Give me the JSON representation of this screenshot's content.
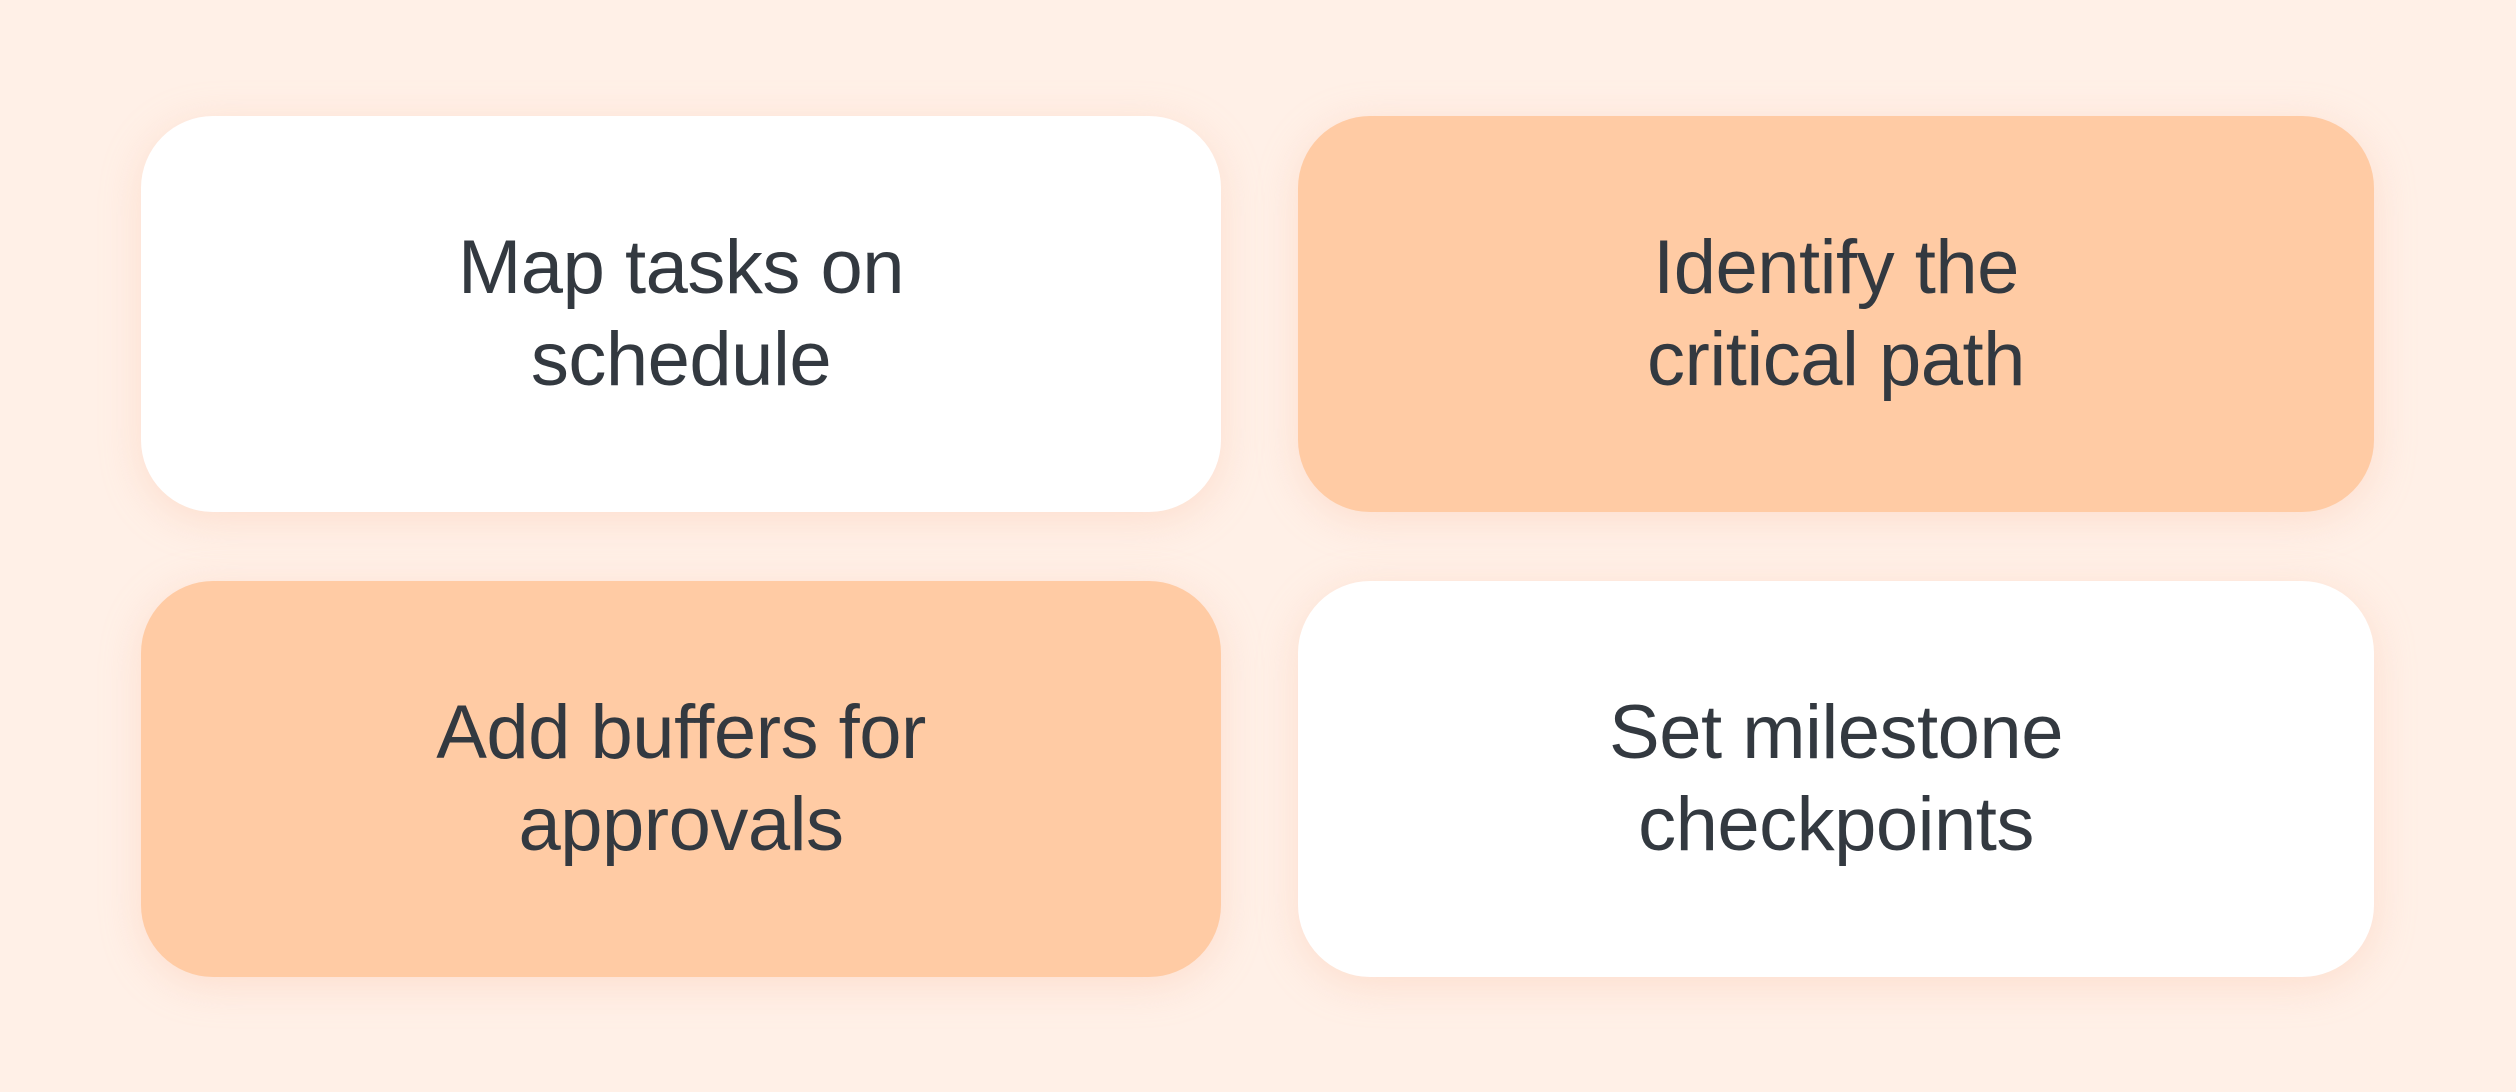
{
  "colors": {
    "background": "#FFF0E7",
    "card_light": "#FFFFFF",
    "card_accent": "#FFCBA4",
    "text": "#333940"
  },
  "cards": [
    {
      "text": "Map tasks on schedule",
      "style": "light"
    },
    {
      "text": "Identify the critical path",
      "style": "accent"
    },
    {
      "text": "Add buffers for approvals",
      "style": "accent"
    },
    {
      "text": "Set milestone checkpoints",
      "style": "light"
    }
  ]
}
